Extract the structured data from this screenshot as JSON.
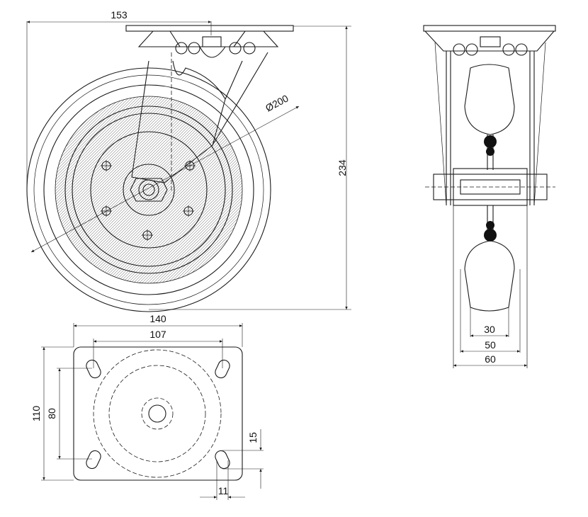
{
  "dimensions": {
    "overall_width": "153",
    "height": "234",
    "wheel_diameter": "Ø200",
    "plate_width": "140",
    "hole_spacing_x": "107",
    "plate_height": "110",
    "hole_spacing_y": "80",
    "slot_length": "15",
    "slot_width": "11",
    "tread_inner": "30",
    "tread_mid": "50",
    "wheel_width": "60"
  },
  "colors": {
    "line": "#1a1a1a",
    "background": "#ffffff"
  }
}
